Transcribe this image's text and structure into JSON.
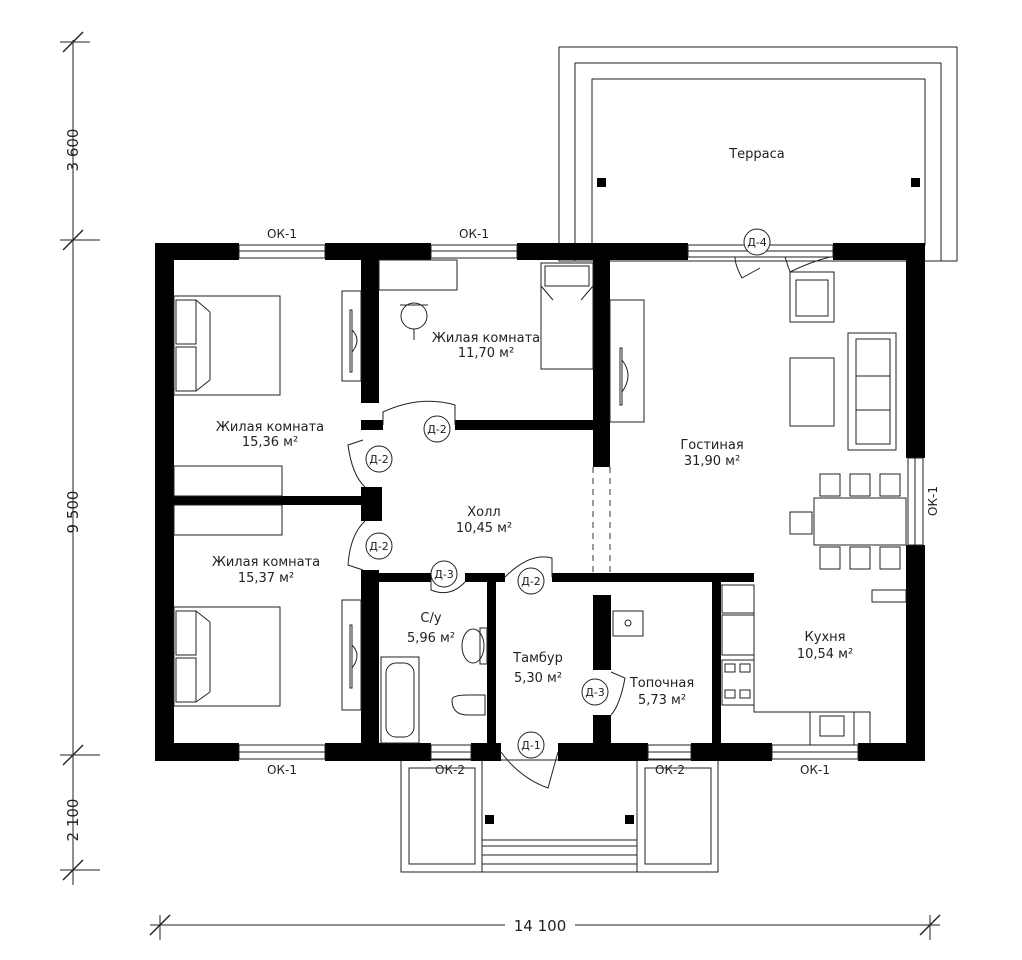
{
  "rooms": {
    "terrace": "Терраса",
    "bedroom_top_left": {
      "name": "Жилая комната",
      "area": "15,36 м²"
    },
    "bedroom_top_mid": {
      "name": "Жилая комната",
      "area": "11,70 м²"
    },
    "living_room": {
      "name": "Гостиная",
      "area": "31,90 м²"
    },
    "hall": {
      "name": "Холл",
      "area": "10,45 м²"
    },
    "bedroom_bottom_left": {
      "name": "Жилая комната",
      "area": "15,37 м²"
    },
    "bathroom": {
      "name": "С/у",
      "area": "5,96 м²"
    },
    "vestibule": {
      "name": "Тамбур",
      "area": "5,30 м²"
    },
    "boiler_room": {
      "name": "Топочная",
      "area": "5,73 м²"
    },
    "kitchen": {
      "name": "Кухня",
      "area": "10,54 м²"
    }
  },
  "windows": {
    "ok1": "ОК-1",
    "ok2": "ОК-2"
  },
  "doors": {
    "d1": "Д-1",
    "d2": "Д-2",
    "d3": "Д-3",
    "d4": "Д-4"
  },
  "dimensions": {
    "terrace_depth": "3 600",
    "house_depth": "9 500",
    "porch_depth": "2 100",
    "house_width": "14 100"
  }
}
